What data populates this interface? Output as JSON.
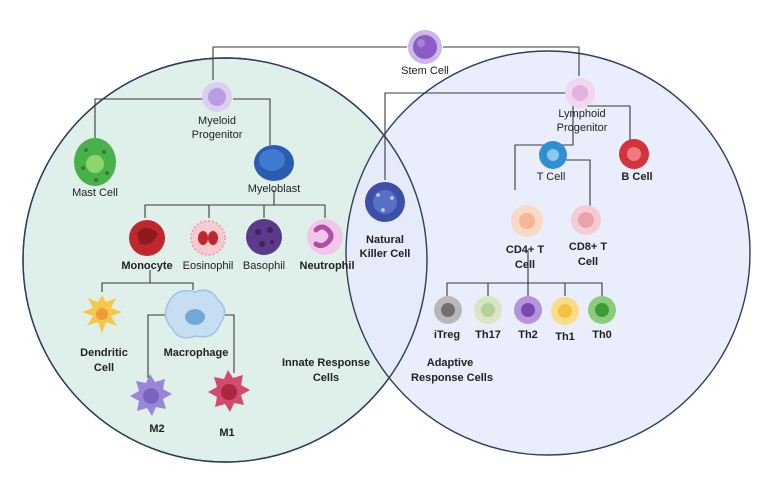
{
  "labels": {
    "stem_cell": "Stem Cell",
    "myeloid_1": "Myeloid",
    "myeloid_2": "Progenitor",
    "mast_cell": "Mast Cell",
    "myeloblast": "Myeloblast",
    "monocyte": "Monocyte",
    "eosinophil": "Eosinophil",
    "basophil": "Basophil",
    "neutrophil": "Neutrophil",
    "dendritic_1": "Dendritic",
    "dendritic_2": "Cell",
    "macrophage": "Macrophage",
    "m2": "M2",
    "m1": "M1",
    "innate_1": "Innate Response",
    "innate_2": "Cells",
    "nk_1": "Natural",
    "nk_2": "Killer Cell",
    "lymphoid_1": "Lymphoid",
    "lymphoid_2": "Progenitor",
    "t_cell": "T Cell",
    "b_cell": "B Cell",
    "cd4_1": "CD4+ T",
    "cd4_2": "Cell",
    "cd8_1": "CD8+ T",
    "cd8_2": "Cell",
    "itreg": "iTreg",
    "th17": "Th17",
    "th2": "Th2",
    "th1": "Th1",
    "th0": "Th0",
    "adaptive_1": "Adaptive",
    "adaptive_2": "Response Cells"
  },
  "colors": {
    "innate_circle": "#dff0ea",
    "adaptive_circle": "#e6eafb",
    "circle_outline": "#2e3e5c",
    "stem": "#8a5cc4",
    "myeloid": "#b89ee0",
    "mast": "#49b04a",
    "myeloblast": "#2a5db0",
    "monocyte": "#c0262e",
    "eosinophil": "#f2a2b0",
    "basophil": "#5b3a8a",
    "neutrophil": "#e6a2d6",
    "dendritic": "#f5c84a",
    "macrophage": "#9dc3e6",
    "m2": "#9a86d6",
    "m1": "#d44a6e",
    "nk": "#3e4fa6",
    "lymphoid": "#e2b2e0",
    "t_cell": "#2f8fd0",
    "b_cell": "#d6323e",
    "cd4": "#f6b796",
    "cd8": "#e9a2ae",
    "itreg": "#8f8f8f",
    "th17": "#b7cf98",
    "th2": "#9566c4",
    "th1": "#f4c23e",
    "th0": "#5ab150"
  }
}
